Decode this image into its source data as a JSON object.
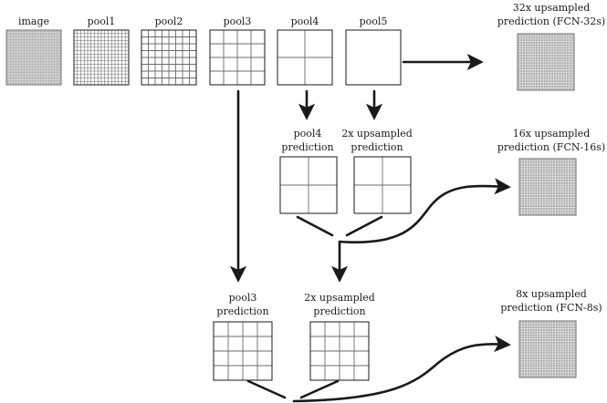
{
  "labels": {
    "image": "image",
    "pool1": "pool1",
    "pool2": "pool2",
    "pool3": "pool3",
    "pool4": "pool4",
    "pool5": "pool5",
    "pool4_pred_l1": "pool4",
    "pool4_pred_l2": "prediction",
    "up2x_a_l1": "2x upsampled",
    "up2x_a_l2": "prediction",
    "pool3_pred_l1": "pool3",
    "pool3_pred_l2": "prediction",
    "up2x_b_l1": "2x upsampled",
    "up2x_b_l2": "prediction",
    "fcn32_l1": "32x upsampled",
    "fcn32_l2": "prediction (FCN-32s)",
    "fcn16_l1": "16x upsampled",
    "fcn16_l2": "prediction (FCN-16s)",
    "fcn8_l1": "8x upsampled",
    "fcn8_l2": "prediction (FCN-8s)"
  },
  "colors": {
    "ink": "#1a1a1a",
    "grid": "#6b6b6b",
    "dense": "#8c8c8c"
  },
  "grids": {
    "image": 40,
    "pool1": 16,
    "pool2": 8,
    "pool3": 4,
    "pool4": 2,
    "pool5": 1,
    "pool4_pred": 2,
    "up2x_a": 2,
    "pool3_pred": 4,
    "up2x_b": 4,
    "fcn32": 40,
    "fcn16": 40,
    "fcn8": 40
  }
}
